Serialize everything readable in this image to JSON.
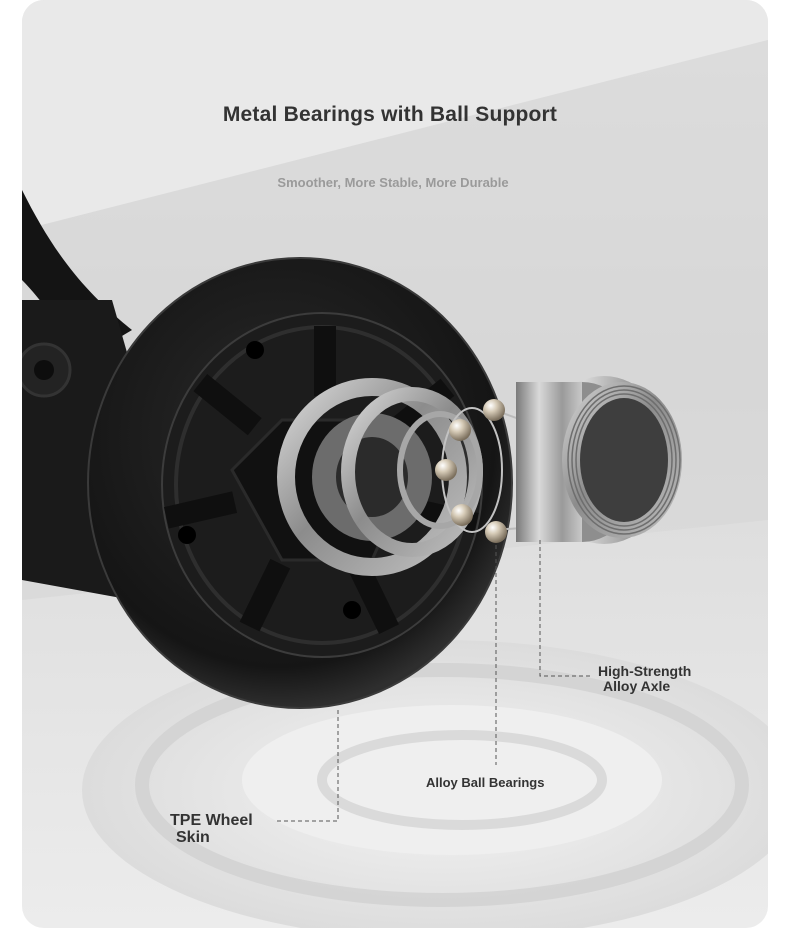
{
  "header": {
    "title": "Metal Bearings with Ball Support",
    "subtitle": "Smoother, More Stable, More Durable"
  },
  "callouts": {
    "axle": {
      "line1": "High-Strength",
      "line2": "Alloy Axle"
    },
    "balls": {
      "line1": "Alloy Ball Bearings"
    },
    "tpe": {
      "line1": "TPE Wheel",
      "line2": "Skin"
    }
  },
  "colors": {
    "background": "#e3e3e3",
    "wheel": "#151515",
    "metal": "#9e9e9e",
    "text": "#333333",
    "subtitle": "#9a9a9a"
  }
}
